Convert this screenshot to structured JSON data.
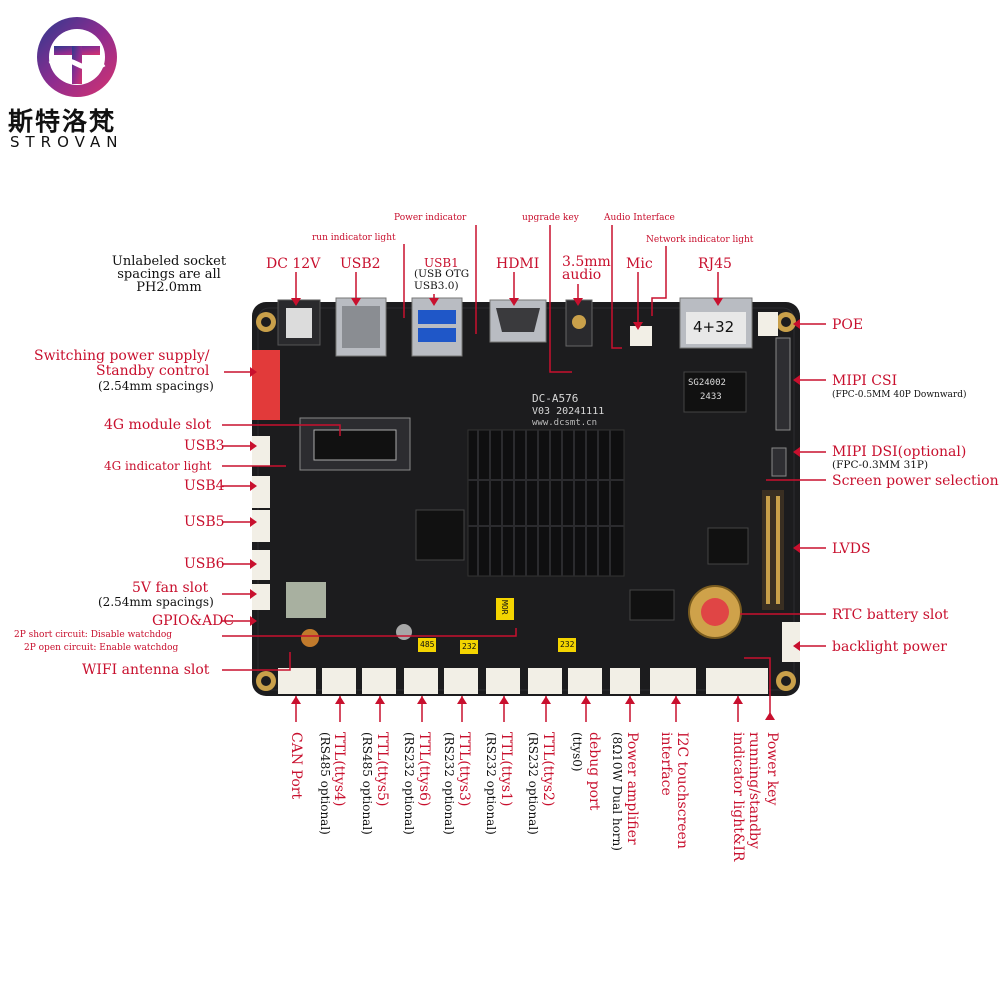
{
  "brand": {
    "name_cn": "斯特洛梵",
    "name_en": "STROVAN",
    "logo_colors": [
      "#2b3a8f",
      "#8e2c8f",
      "#d7336f"
    ]
  },
  "board": {
    "model": "DC-A576",
    "version": "V03 20241111",
    "site": "www.dcsmt.cn",
    "emmc_label": "4+32",
    "chip_label": "SG24002",
    "chip_code": "2433",
    "chip_badges": [
      "485",
      "232",
      "232"
    ],
    "chip_badge_mid": "MOR"
  },
  "note": {
    "line1": "Unlabeled socket",
    "line2": "spacings are all",
    "line3": "PH2.0mm"
  },
  "top": {
    "power_indicator": "Power indicator",
    "upgrade_key": "upgrade key",
    "audio_interface": "Audio Interface",
    "network_indicator": "Network indicator light",
    "run_indicator": "run indicator light",
    "dc12v": "DC 12V",
    "usb2": "USB2",
    "usb1": "USB1",
    "usb1_sub1": "(USB OTG",
    "usb1_sub2": "USB3.0)",
    "hdmi": "HDMI",
    "audio35_1": "3.5mm",
    "audio35_2": "audio",
    "mic": "Mic",
    "rj45": "RJ45"
  },
  "left": {
    "switching1": "Switching power supply/",
    "switching2": "Standby control",
    "switching3": "(2.54mm spacings)",
    "module4g": "4G module slot",
    "usb3": "USB3",
    "indicator4g": "4G indicator light",
    "usb4": "USB4",
    "usb5": "USB5",
    "usb6": "USB6",
    "fan1": "5V fan slot",
    "fan2": "(2.54mm spacings)",
    "gpio": "GPIO&ADC",
    "wd1": "2P short circuit: Disable watchdog",
    "wd2": "2P open circuit: Enable watchdog",
    "wifi": "WIFI antenna slot"
  },
  "right": {
    "poe": "POE",
    "mipicsi": "MIPI CSI",
    "mipicsi_sub": "(FPC-0.5MM 40P Downward)",
    "mipidsi": "MIPI DSI(optional)",
    "mipidsi_sub": "(FPC-0.3MM 31P)",
    "screen_power": "Screen power selection",
    "lvds": "LVDS",
    "rtc": "RTC battery slot",
    "backlight": "backlight power"
  },
  "bottom": {
    "can": "CAN Port",
    "ttl4": "TTL(ttys4)",
    "ttl4_sub": "(RS485 optional)",
    "ttl5": "TTL(ttys5)",
    "ttl5_sub": "(RS485 optional)",
    "ttl6": "TTL(ttys6)",
    "ttl6_sub": "(RS232 optional)",
    "ttl3": "TTL(ttys3)",
    "ttl3_sub": "(RS232 optional)",
    "ttl1": "TTL(ttys1)",
    "ttl1_sub": "(RS232 optional)",
    "ttl2": "TTL(ttys2)",
    "ttl2_sub": "(RS232 optional)",
    "debug": "debug port",
    "debug_sub": "(ttys0)",
    "amp": "Power amplifier",
    "amp_sub": "(8Ω10W Dual horn)",
    "i2c1": "I2C touchscreen",
    "i2c2": "interface",
    "run1": "running/standby",
    "run2": "indicator light&IR",
    "powerkey": "Power key"
  },
  "colors": {
    "label_red": "#c8102e",
    "pcb": "#1c1c1e",
    "connector": "#f2efe6",
    "switch_red": "#e23a3a",
    "badge_yellow": "#f3d400"
  }
}
